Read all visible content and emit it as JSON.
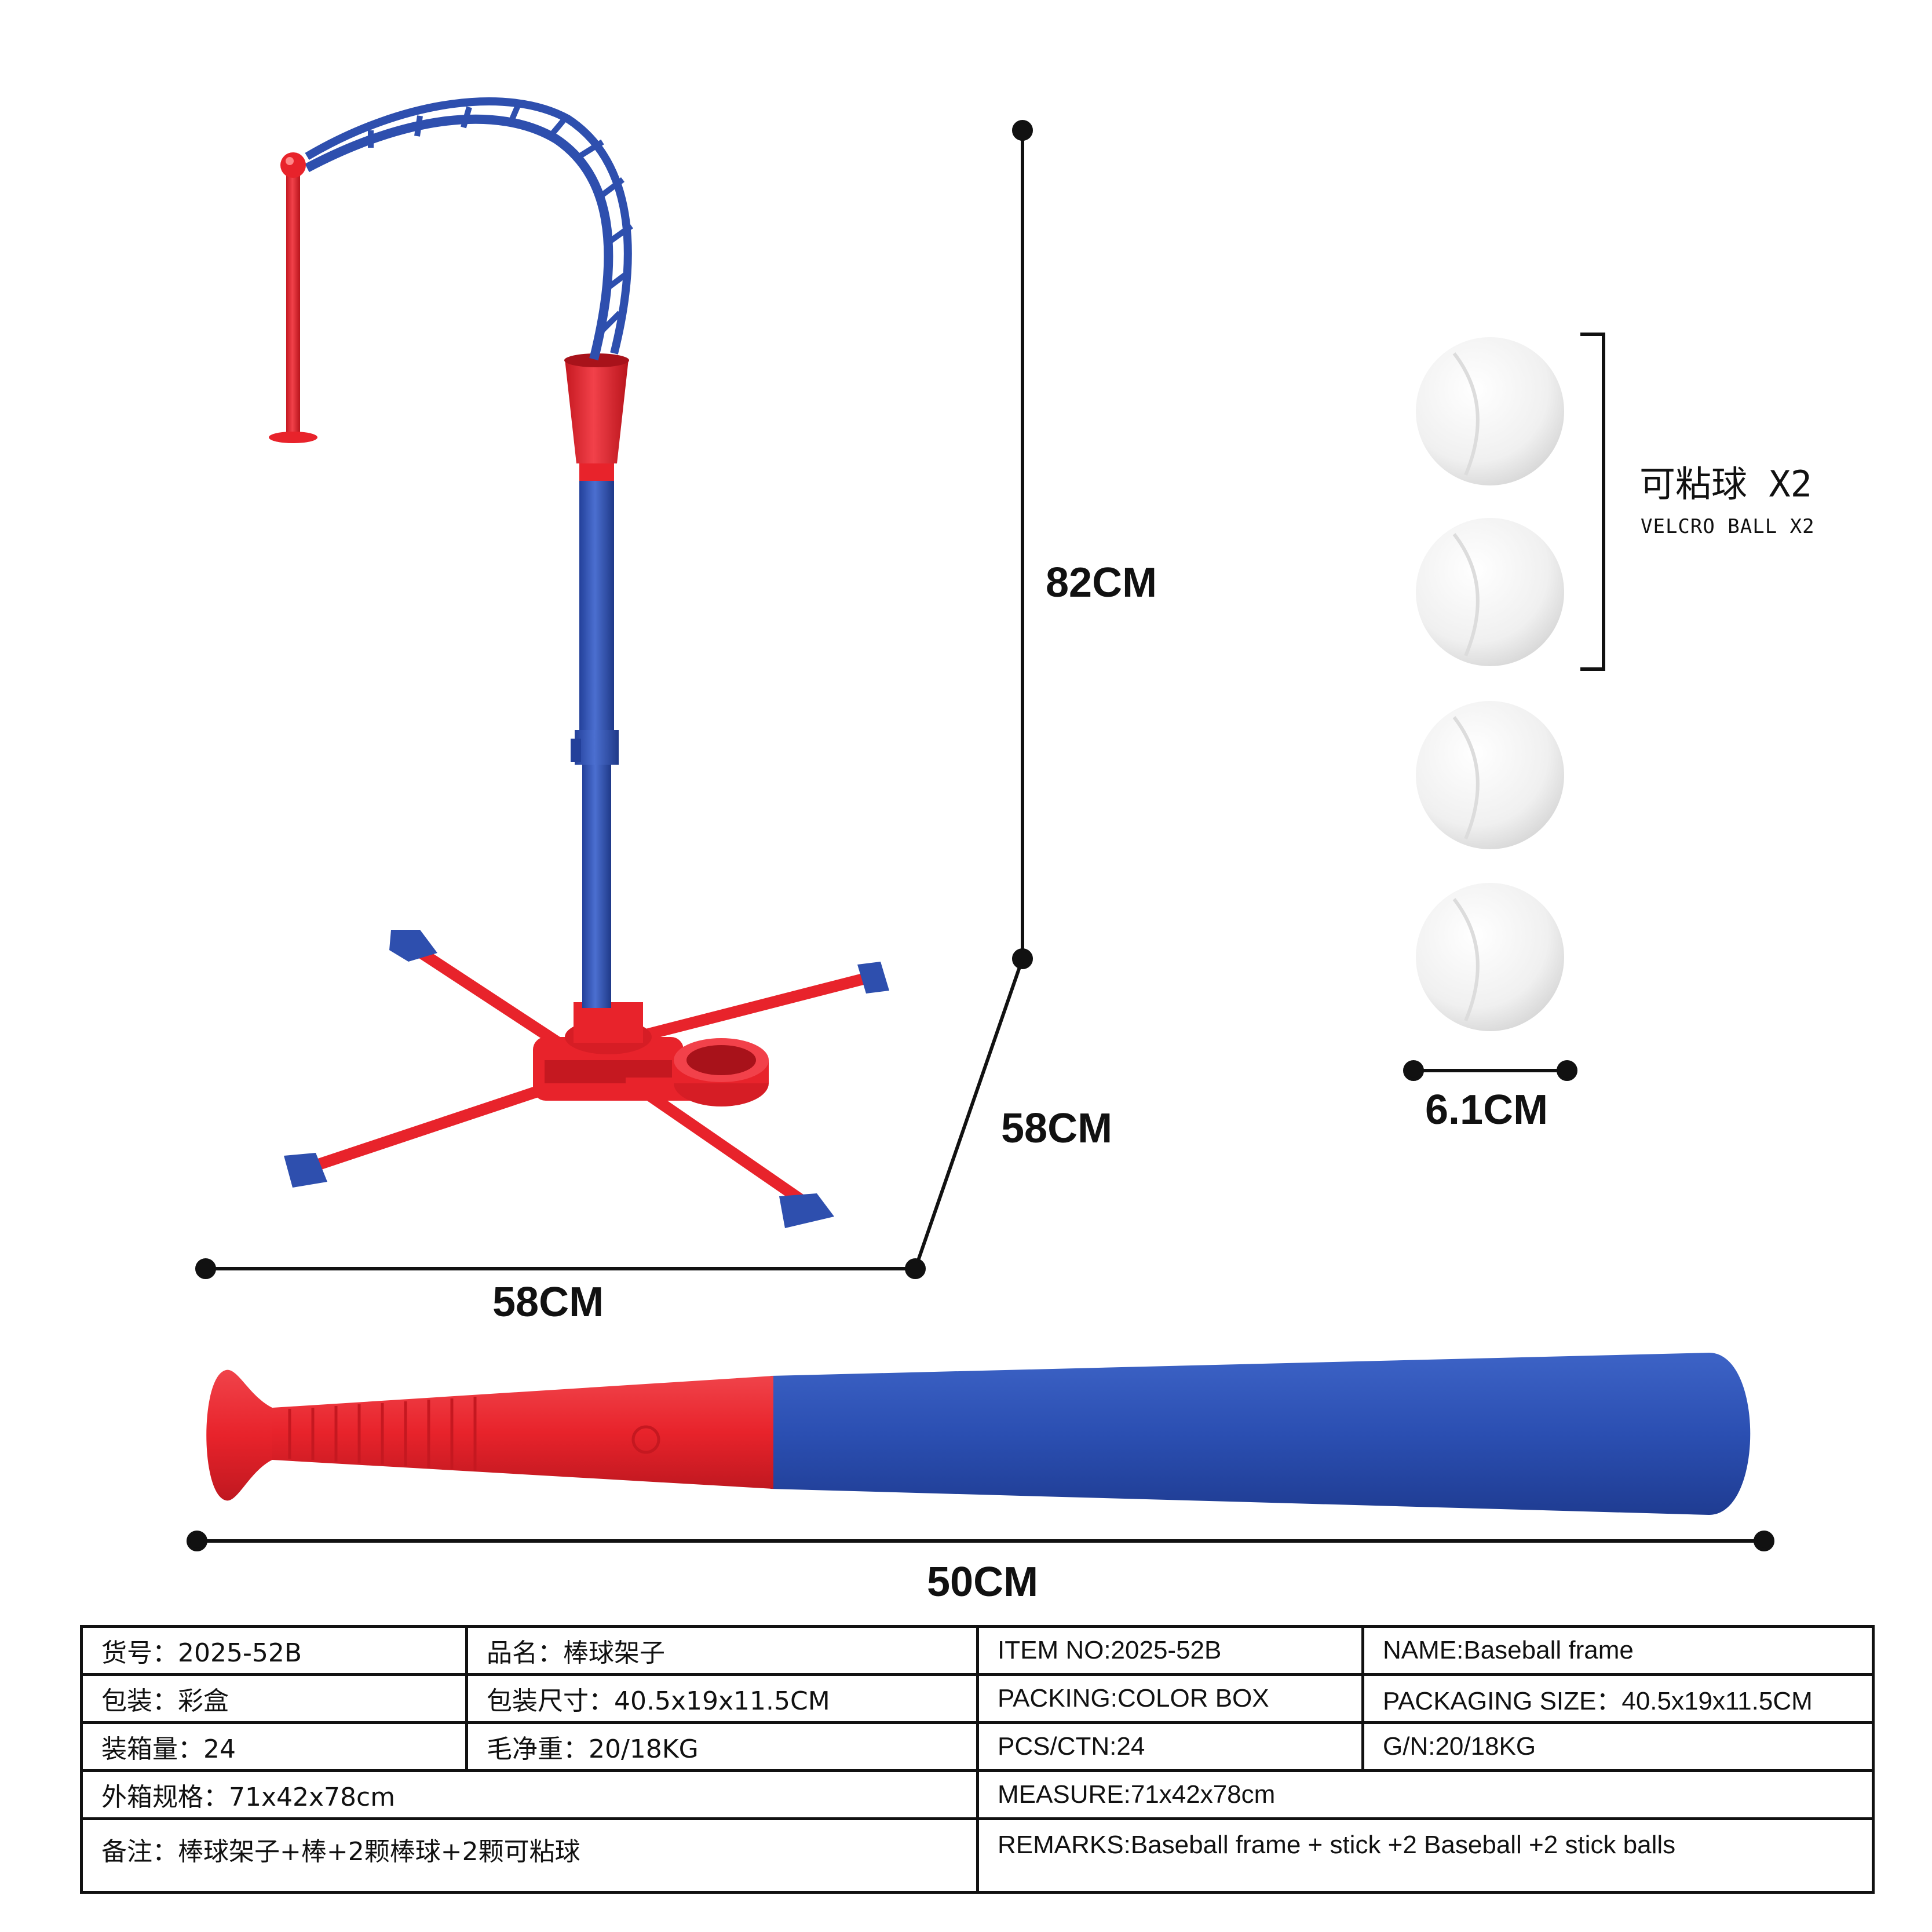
{
  "dimensions": {
    "height": "82CM",
    "depth": "58CM",
    "width": "58CM",
    "ball_diameter": "6.1CM",
    "bat_length": "50CM"
  },
  "velcro": {
    "cn": "可粘球 X2",
    "en": "VELCRO BALL X2"
  },
  "spec": {
    "item_no_cn": "货号：2025-52B",
    "name_cn": "品名：棒球架子",
    "item_no_en": "ITEM NO:2025-52B",
    "name_en": "NAME:Baseball frame",
    "packing_cn": "包装：彩盒",
    "pkg_size_cn": "包装尺寸：40.5x19x11.5CM",
    "packing_en": "PACKING:COLOR BOX",
    "pkg_size_en": "PACKAGING SIZE：40.5x19x11.5CM",
    "qty_cn": "装箱量：24",
    "weight_cn": "毛净重：20/18KG",
    "qty_en": "PCS/CTN:24",
    "weight_en": "G/N:20/18KG",
    "measure_cn": "外箱规格：71x42x78cm",
    "measure_en": "MEASURE:71x42x78cm",
    "remarks_cn": "备注：棒球架子+棒+2颗棒球+2颗可粘球",
    "remarks_en": "REMARKS:Baseball frame + stick +2 Baseball +2 stick balls"
  },
  "colors": {
    "red": "#e8232b",
    "blue": "#2e4fae",
    "ball": "#f2f2f2",
    "ink": "#111111"
  }
}
